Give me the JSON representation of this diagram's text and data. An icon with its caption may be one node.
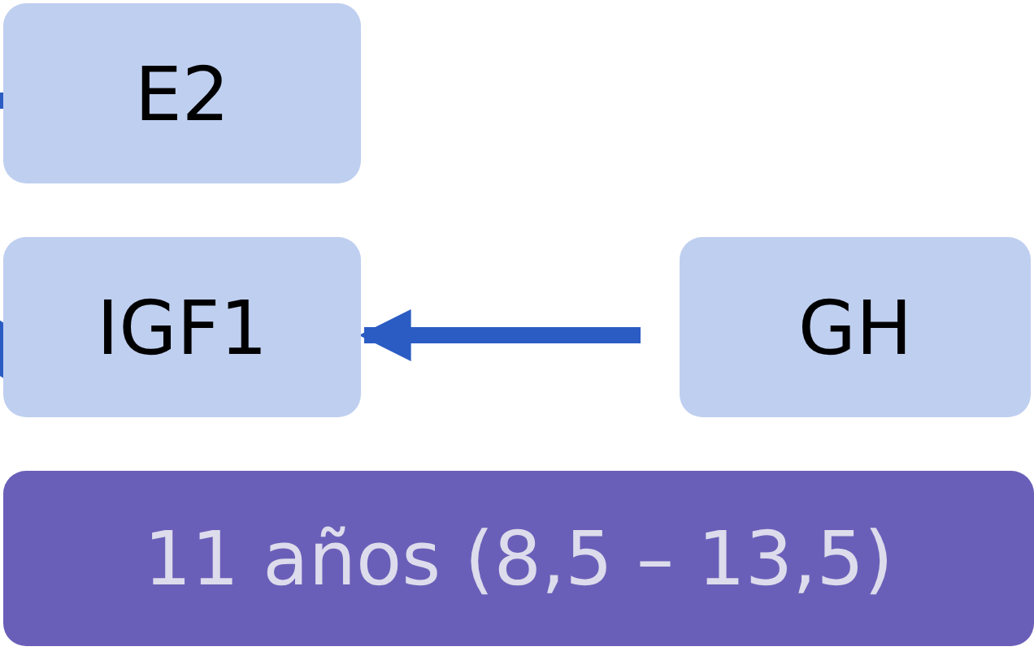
{
  "diagram": {
    "nodes": [
      {
        "text": [
          "E2"
        ]
      },
      {
        "text": [
          "IGF1"
        ]
      },
      {
        "text": [
          "GH"
        ]
      },
      {
        "text": [
          "11 años (8,5 – 13,5)"
        ]
      }
    ],
    "edges": [
      {
        "from": null,
        "to": 0,
        "arrow": "to"
      },
      {
        "from": null,
        "to": 1,
        "arrow": "to"
      },
      {
        "from": 2,
        "to": 1,
        "arrow": "to"
      }
    ]
  }
}
